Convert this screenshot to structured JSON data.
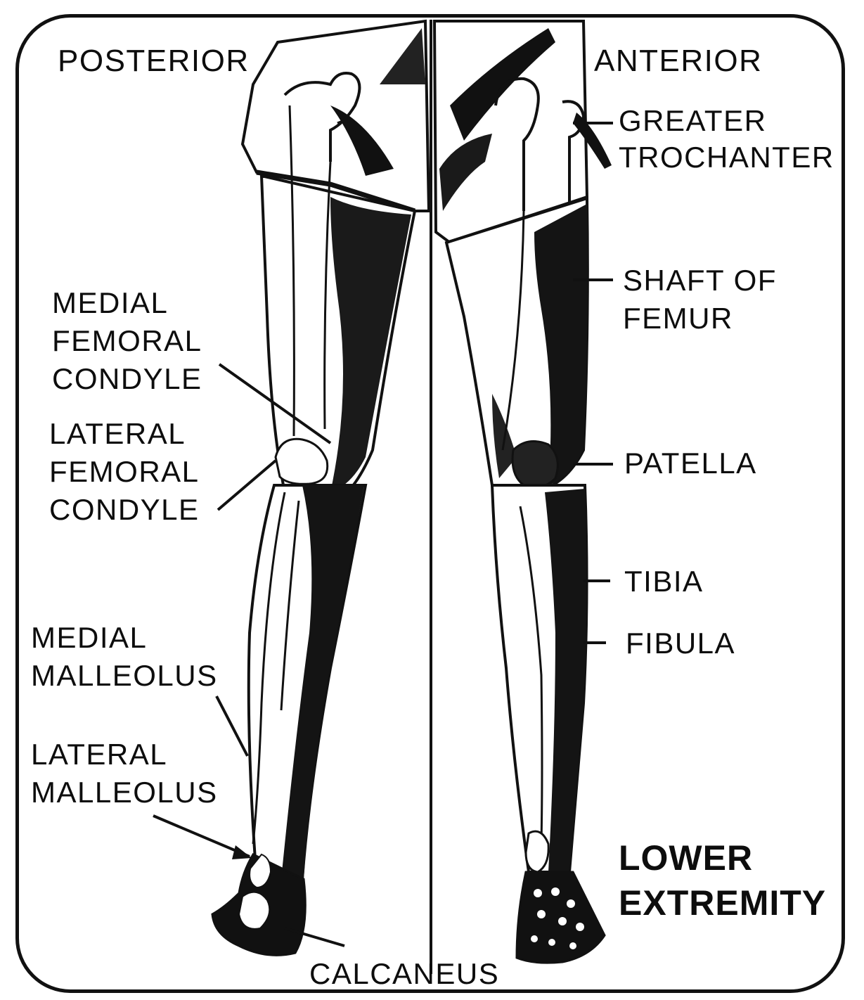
{
  "views": {
    "posterior": "POSTERIOR",
    "anterior": "ANTERIOR"
  },
  "labels": {
    "greater_trochanter": "GREATER\nTROCHANTER",
    "shaft_of_femur": "SHAFT OF\nFEMUR",
    "medial_femoral_condyle": "MEDIAL\nFEMORAL\nCONDYLE",
    "lateral_femoral_condyle": "LATERAL\nFEMORAL\nCONDYLE",
    "patella": "PATELLA",
    "tibia": "TIBIA",
    "fibula": "FIBULA",
    "medial_malleolus": "MEDIAL\nMALLEOLUS",
    "lateral_malleolus": "LATERAL\nMALLEOLUS",
    "calcaneus": "CALCANEUS"
  },
  "caption": "LOWER\nEXTREMITY",
  "colors": {
    "ink": "#0d0d0d",
    "paper": "#ffffff"
  }
}
